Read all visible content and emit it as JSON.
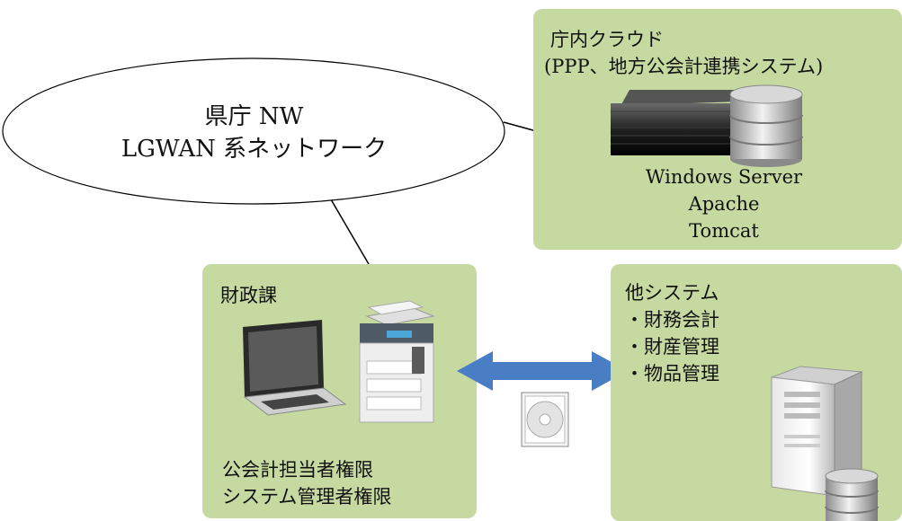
{
  "network": {
    "line1": "県庁 NW",
    "line2": "LGWAN 系ネットワーク"
  },
  "cloud": {
    "title": "庁内クラウド",
    "subtitle": "(PPP、地方公会計連携システム)",
    "software": [
      "Windows Server",
      "Apache",
      "Tomcat"
    ]
  },
  "finance": {
    "title": "財政課",
    "roles": [
      "公会計担当者権限",
      "システム管理者権限"
    ]
  },
  "other": {
    "title": "他システム",
    "items": [
      "・財務会計",
      "・財産管理",
      "・物品管理"
    ]
  },
  "colors": {
    "box_fill": "#c6d9a0",
    "arrow": "#4a7ec4"
  },
  "icons": [
    "server-rack-icon",
    "database-icon",
    "laptop-icon",
    "printer-icon",
    "cd-disc-icon",
    "tower-server-icon"
  ]
}
